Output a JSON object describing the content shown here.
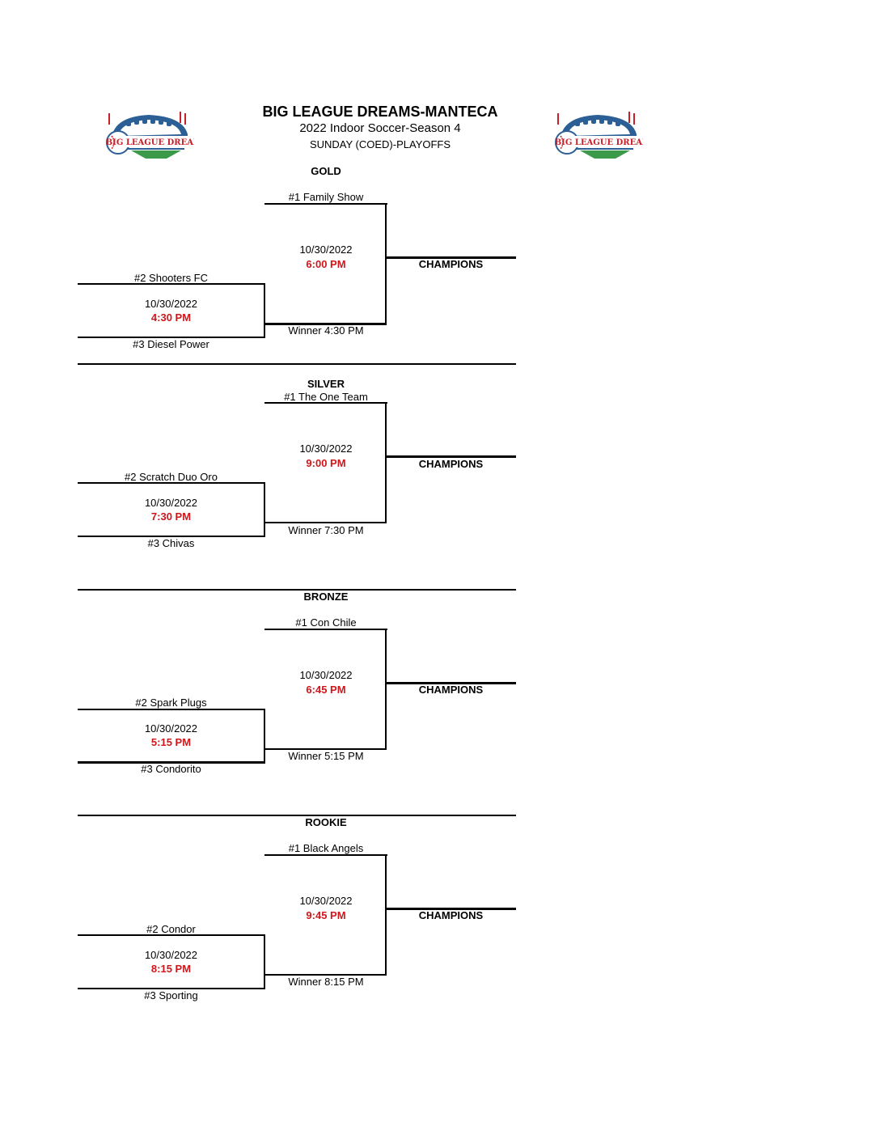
{
  "header": {
    "title": "BIG LEAGUE DREAMS-MANTECA",
    "subtitle": "2022 Indoor Soccer-Season 4",
    "division": "SUNDAY (COED)-PLAYOFFS",
    "logo_text": "BIG LEAGUE DREAMS"
  },
  "colors": {
    "time": "#d0161b",
    "line": "#000000",
    "logo_blue": "#2b5f95",
    "logo_red": "#c8202a",
    "logo_green": "#3a9a4a"
  },
  "brackets": [
    {
      "name": "GOLD",
      "seed1": "#1 Family Show",
      "seed2": "#2 Shooters FC",
      "seed3": "#3 Diesel Power",
      "semi_date": "10/30/2022",
      "semi_time": "4:30 PM",
      "final_date": "10/30/2022",
      "final_time": "6:00 PM",
      "winner_label": "Winner 4:30 PM",
      "champions": "CHAMPIONS"
    },
    {
      "name": "SILVER",
      "seed1": "#1 The One Team",
      "seed2": "#2 Scratch Duo Oro",
      "seed3": "#3 Chivas",
      "semi_date": "10/30/2022",
      "semi_time": "7:30 PM",
      "final_date": "10/30/2022",
      "final_time": "9:00 PM",
      "winner_label": "Winner 7:30 PM",
      "champions": "CHAMPIONS"
    },
    {
      "name": "BRONZE",
      "seed1": "#1 Con Chile",
      "seed2": "#2 Spark Plugs",
      "seed3": "#3 Condorito",
      "semi_date": "10/30/2022",
      "semi_time": "5:15 PM",
      "final_date": "10/30/2022",
      "final_time": "6:45 PM",
      "winner_label": "Winner 5:15 PM",
      "champions": "CHAMPIONS"
    },
    {
      "name": "ROOKIE",
      "seed1": "#1 Black Angels",
      "seed2": "#2 Condor",
      "seed3": "#3 Sporting",
      "semi_date": "10/30/2022",
      "semi_time": "8:15 PM",
      "final_date": "10/30/2022",
      "final_time": "9:45 PM",
      "winner_label": "Winner 8:15 PM",
      "champions": "CHAMPIONS"
    }
  ]
}
